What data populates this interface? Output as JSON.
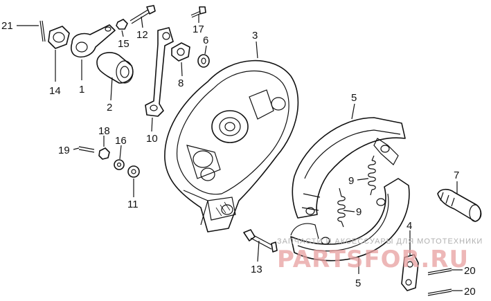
{
  "labels": {
    "p1": "1",
    "p2": "2",
    "p3": "3",
    "p4": "4",
    "p5a": "5",
    "p5b": "5",
    "p6": "6",
    "p7": "7",
    "p8": "8",
    "p9a": "9",
    "p9b": "9",
    "p10": "10",
    "p11": "11",
    "p12": "12",
    "p13": "13",
    "p14": "14",
    "p15": "15",
    "p16": "16",
    "p17": "17",
    "p18": "18",
    "p19": "19",
    "p20a": "20",
    "p20b": "20",
    "p21": "21"
  },
  "watermark": {
    "caption": "ЗАПЧАСТИ И АКСЕССУАРЫ ДЛЯ МОТОТЕХНИКИ",
    "logo": "PARTSFOR.RU"
  }
}
